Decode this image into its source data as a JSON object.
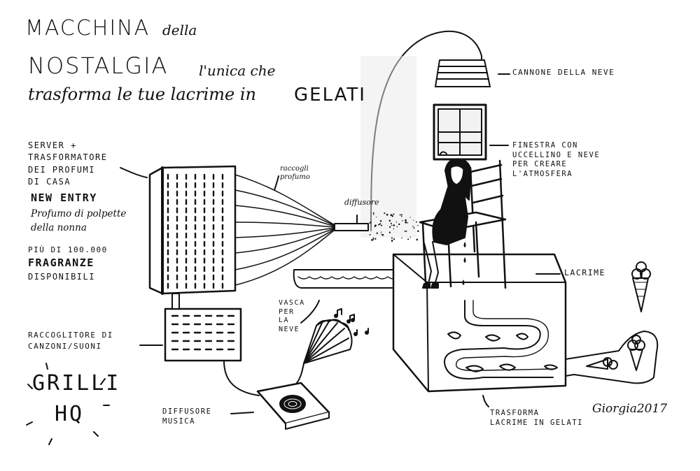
{
  "title": {
    "line1a": "MACCHINA",
    "line1b": "della",
    "line2a": "NOSTALGIA",
    "line2b": "l'unica che",
    "line3a": "trasforma le tue lacrime in",
    "line3b": "GELATI"
  },
  "labels": {
    "server": "SERVER +\nTRASFORMATORE\nDEI PROFUMI\nDI CASA",
    "new_entry": "NEW ENTRY",
    "new_entry_desc": "Profumo di polpette\ndella nonna",
    "piu_di": "PIÙ DI 100.000",
    "fragranze": "FRAGRANZE",
    "disponibili": "DISPONIBILI",
    "raccogli_profumo": "raccogli\nprofumo",
    "diffusore": "diffusore",
    "cannone": "CANNONE DELLA NEVE",
    "finestra": "FINESTRA CON\nUCCELLINO E NEVE\nPER CREARE\nL'ATMOSFERA",
    "lacrime": "LACRIME",
    "vasca": "VASCA\nPER\nLA\nNEVE",
    "raccoglitore": "RACCOGLITORE DI\nCANZONI/SUONI",
    "grilli": "GRILLI",
    "hq": "HQ",
    "diffusore_musica": "DIFFUSORE\nMUSICA",
    "trasforma": "TRASFORMA\nLACRIME IN GELATI",
    "signature": "Giorgia2017"
  },
  "colors": {
    "ink": "#111111",
    "paper": "#ffffff",
    "mist": "#d8d8d8"
  }
}
